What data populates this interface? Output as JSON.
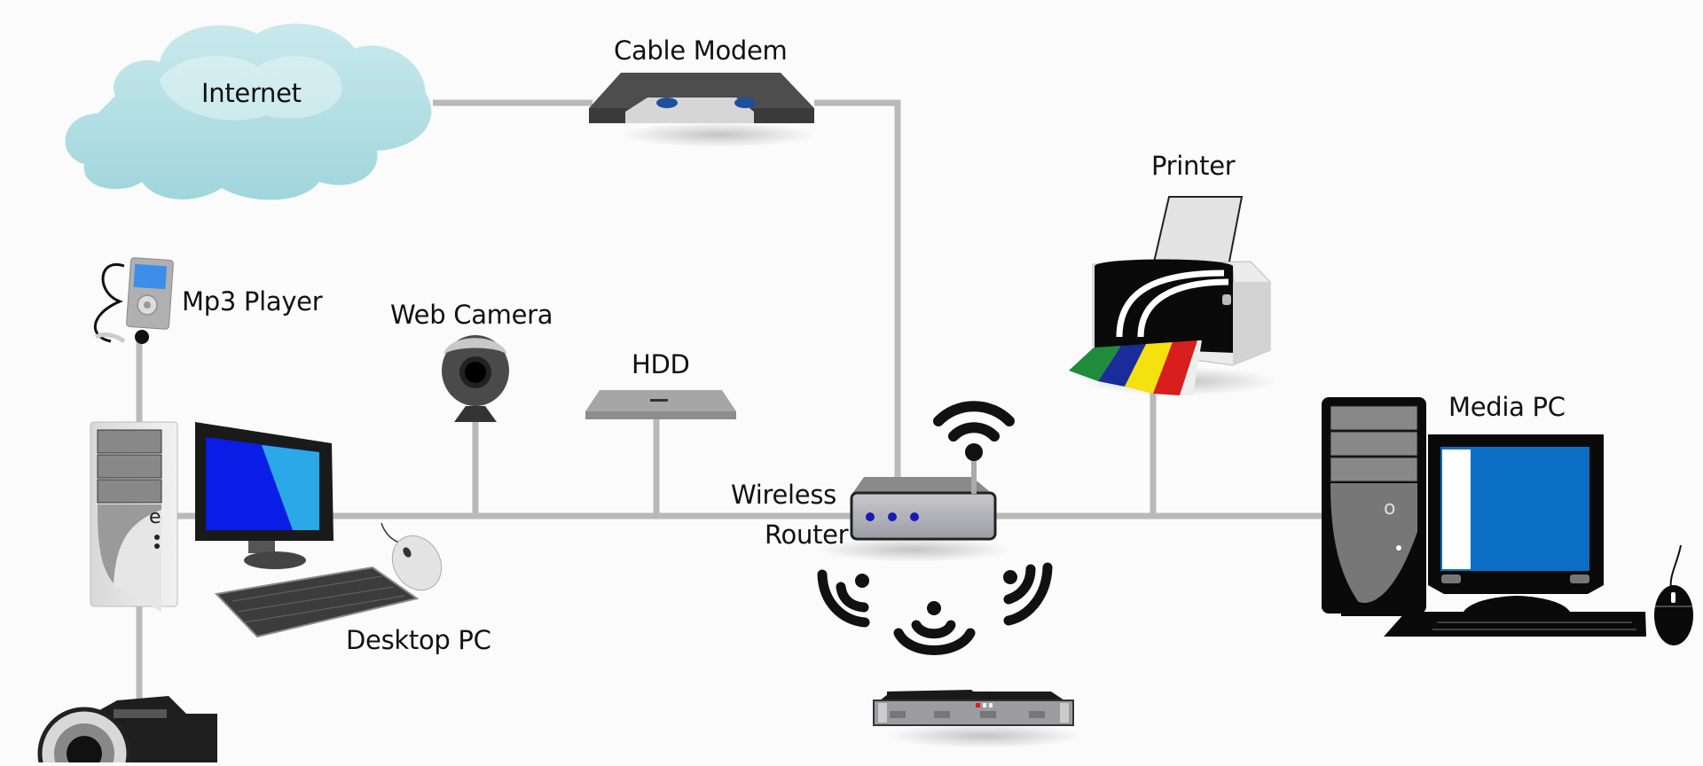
{
  "diagram": {
    "type": "home-network",
    "colors": {
      "background": "#fbfbfb",
      "cable": "#b9b9b9",
      "cloud": "#a9dbe0",
      "screen_blue": "#0a1de6",
      "screen_cyan": "#2aa8e8",
      "media_screen": "#0a6fc4",
      "led_blue": "#1a1ab8",
      "modem_led": "#1c4f9c"
    },
    "nodes": {
      "internet": {
        "label": "Internet",
        "icon": "cloud-icon"
      },
      "cable_modem": {
        "label": "Cable Modem",
        "icon": "modem-icon"
      },
      "printer": {
        "label": "Printer",
        "icon": "printer-icon"
      },
      "mp3_player": {
        "label": "Mp3 Player",
        "icon": "mp3-player-icon"
      },
      "web_camera": {
        "label": "Web Camera",
        "icon": "webcam-icon"
      },
      "hdd": {
        "label": "HDD",
        "icon": "hard-drive-icon"
      },
      "wireless_router": {
        "label_line1": "Wireless",
        "label_line2": "Router",
        "icon": "router-icon"
      },
      "media_pc": {
        "label": "Media PC",
        "icon": "desktop-computer-icon"
      },
      "desktop_pc": {
        "label": "Desktop PC",
        "icon": "desktop-computer-icon"
      },
      "camera": {
        "icon": "camera-icon"
      },
      "server": {
        "icon": "rack-server-icon"
      }
    },
    "edges": [
      [
        "internet",
        "cable_modem"
      ],
      [
        "cable_modem",
        "wireless_router"
      ],
      [
        "desktop_pc",
        "wireless_router"
      ],
      [
        "web_camera",
        "desktop_pc"
      ],
      [
        "hdd",
        "desktop_pc"
      ],
      [
        "mp3_player",
        "desktop_pc"
      ],
      [
        "camera",
        "desktop_pc"
      ],
      [
        "wireless_router",
        "media_pc"
      ],
      [
        "printer",
        "wireless_router"
      ],
      [
        "wireless_router",
        "server"
      ]
    ]
  }
}
